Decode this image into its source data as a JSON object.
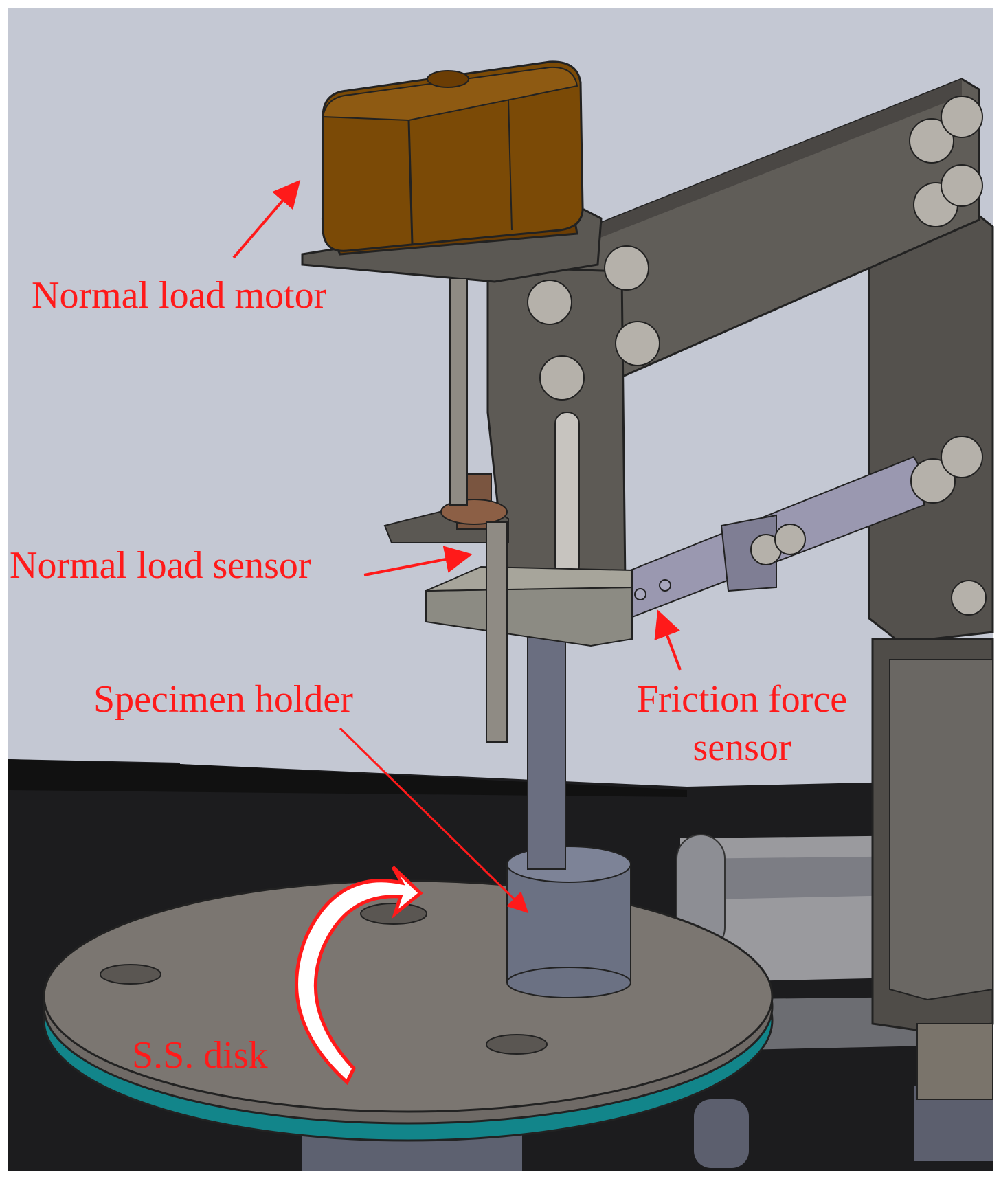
{
  "labels": {
    "normal_load_motor": "Normal load motor",
    "normal_load_sensor": "Normal load sensor",
    "specimen_holder": "Specimen holder",
    "friction_force_sensor_line1": "Friction force",
    "friction_force_sensor_line2": "sensor",
    "ss_disk": "S.S. disk"
  },
  "colors": {
    "background": "#c4c8d3",
    "label": "#ff1a1a",
    "motor": "#7b4a06",
    "frame": "#5a5752",
    "rod": "#6a6e80",
    "disk": "#6f6a66",
    "disk_rim": "#0f8d8f",
    "base": "#1a1a1a"
  }
}
